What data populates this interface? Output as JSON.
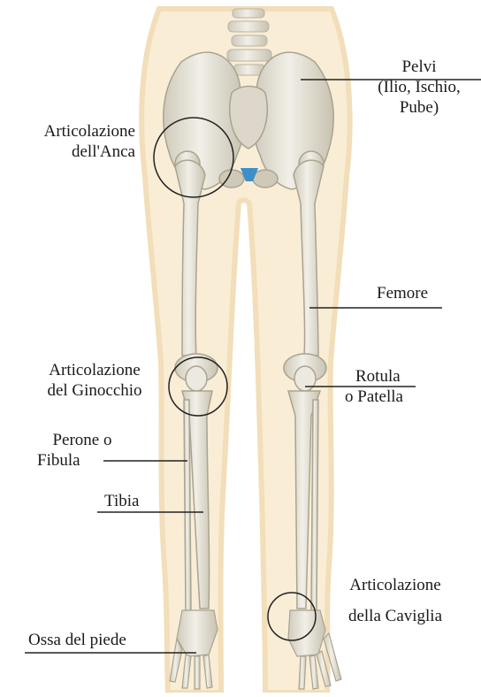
{
  "labels": {
    "pelvis": [
      "Pelvi",
      "(Ilio, Ischio,",
      "Pube)"
    ],
    "hip_joint": [
      "Articolazione",
      "dell'Anca"
    ],
    "femur": "Femore",
    "knee_joint": [
      "Articolazione",
      "del Ginocchio"
    ],
    "patella": [
      "Rotula",
      "o Patella"
    ],
    "fibula": [
      "Perone o",
      "Fibula"
    ],
    "tibia": "Tibia",
    "ankle_joint": [
      "Articolazione",
      "della Caviglia"
    ],
    "foot_bones": "Ossa del piede"
  },
  "colors": {
    "bone": "#e9e6dc",
    "bone_shadow": "#c9c4b4",
    "skin": "#f7e7c8",
    "skin_edge": "#eed2a0",
    "leader": "#222222",
    "highlight": "#2f8fcf"
  }
}
